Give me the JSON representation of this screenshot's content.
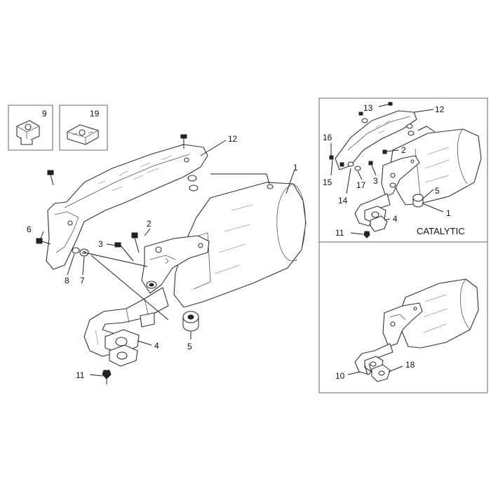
{
  "labels": {
    "main": {
      "l1": "1",
      "l2": "2",
      "l3": "3",
      "l4": "4",
      "l5": "5",
      "l6": "6",
      "l7": "7",
      "l8": "8",
      "l9": "9",
      "l11": "11",
      "l12": "12",
      "l19": "19"
    },
    "catalytic": {
      "title": "CATALYTIC",
      "l1": "1",
      "l2": "2",
      "l3": "3",
      "l4": "4",
      "l5": "5",
      "l11": "11",
      "l12": "12",
      "l13": "13",
      "l14": "14",
      "l15": "15",
      "l16": "16",
      "l17": "17"
    },
    "alt": {
      "l10": "10",
      "l18": "18"
    }
  },
  "colors": {
    "line": "#222222",
    "panel_border": "#666666",
    "background": "#ffffff"
  }
}
